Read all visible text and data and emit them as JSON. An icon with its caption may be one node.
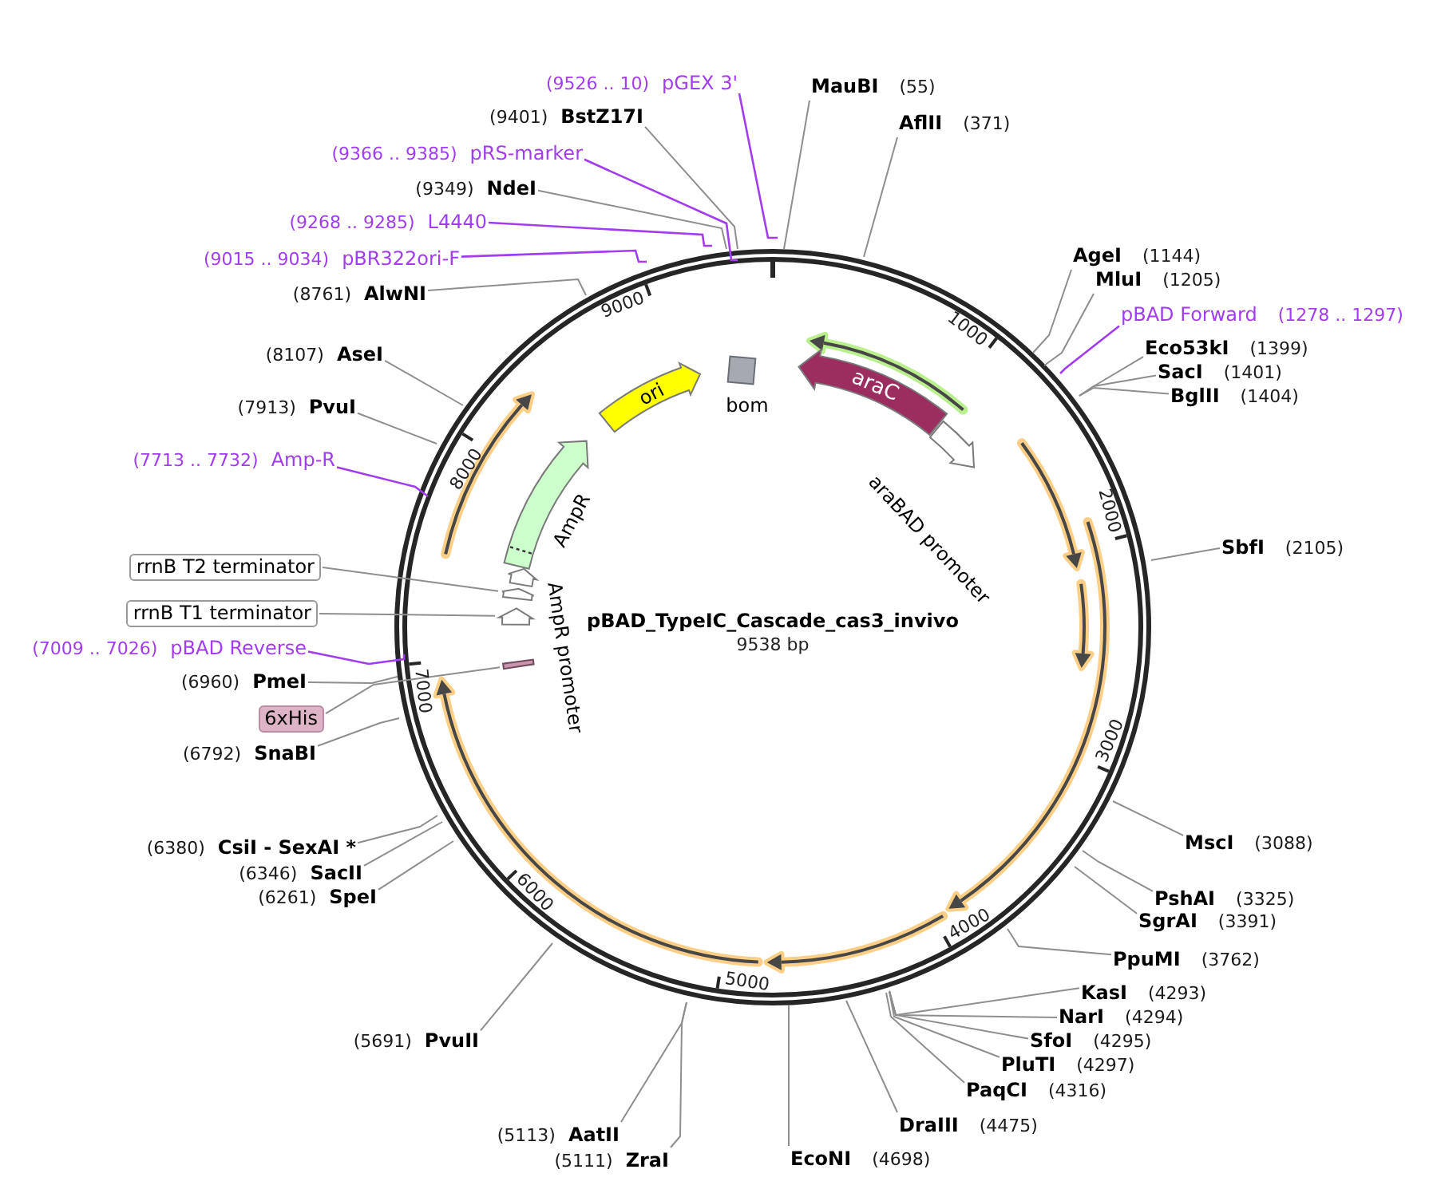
{
  "diagram": {
    "title": "pBAD_TypeIC_Cascade_cas3_invivo",
    "nodes": [
      {
        "text": [
          "(9526 .. 10)",
          "pGEX 3'"
        ]
      },
      {
        "text": [
          "MauBI",
          "(55)"
        ]
      },
      {
        "text": [
          "(9401)",
          "BstZ17I"
        ]
      },
      {
        "text": [
          "AflII",
          "(371)"
        ]
      },
      {
        "text": [
          "(9366 .. 9385)",
          "pRS-marker"
        ]
      },
      {
        "text": [
          "(9349)",
          "NdeI"
        ]
      },
      {
        "text": [
          "(9268 .. 9285)",
          "L4440"
        ]
      },
      {
        "text": [
          "(9015 .. 9034)",
          "pBR322ori-F"
        ]
      },
      {
        "text": [
          "AgeI",
          "(1144)"
        ]
      },
      {
        "text": [
          "MluI",
          "(1205)"
        ]
      },
      {
        "text": [
          "(8761)",
          "AlwNI"
        ]
      },
      {
        "text": [
          "pBAD Forward",
          "(1278 .. 1297)"
        ]
      },
      {
        "text": [
          "Eco53kI",
          "(1399)"
        ]
      },
      {
        "text": [
          "(8107)",
          "AseI"
        ]
      },
      {
        "text": [
          "SacI",
          "(1401)"
        ]
      },
      {
        "text": [
          "BglII",
          "(1404)"
        ]
      },
      {
        "text": [
          "(7913)",
          "PvuI"
        ]
      },
      {
        "text": [
          "(7713 .. 7732)",
          "Amp-R"
        ]
      },
      {
        "text": [
          "SbfI",
          "(2105)"
        ]
      },
      {
        "text": [
          "rrnB T2 terminator"
        ]
      },
      {
        "text": [
          "rrnB T1 terminator"
        ]
      },
      {
        "text": [
          "(7009 .. 7026)",
          "pBAD Reverse"
        ]
      },
      {
        "text": [
          "(6960)",
          "PmeI"
        ]
      },
      {
        "text": [
          "6xHis"
        ]
      },
      {
        "text": [
          "(6792)",
          "SnaBI"
        ]
      },
      {
        "text": [
          "MscI",
          "(3088)"
        ]
      },
      {
        "text": [
          "(6380)",
          "CsiI - SexAI *"
        ]
      },
      {
        "text": [
          "(6346)",
          "SacII"
        ]
      },
      {
        "text": [
          "(6261)",
          "SpeI"
        ]
      },
      {
        "text": [
          "PshAI",
          "(3325)"
        ]
      },
      {
        "text": [
          "SgrAI",
          "(3391)"
        ]
      },
      {
        "text": [
          "PpuMI",
          "(3762)"
        ]
      },
      {
        "text": [
          "KasI",
          "(4293)"
        ]
      },
      {
        "text": [
          "NarI",
          "(4294)"
        ]
      },
      {
        "text": [
          "SfoI",
          "(4295)"
        ]
      },
      {
        "text": [
          "PluTI",
          "(4297)"
        ]
      },
      {
        "text": [
          "(5691)",
          "PvuII"
        ]
      },
      {
        "text": [
          "PaqCI",
          "(4316)"
        ]
      },
      {
        "text": [
          "DraIII",
          "(4475)"
        ]
      },
      {
        "text": [
          "(5113)",
          "AatII"
        ]
      },
      {
        "text": [
          "EcoNI",
          "(4698)"
        ]
      },
      {
        "text": [
          "(5111)",
          "ZraI"
        ]
      },
      {
        "text": [
          "ori"
        ]
      },
      {
        "text": [
          "bom"
        ]
      },
      {
        "text": [
          "araC"
        ]
      },
      {
        "text": [
          "araBAD promoter"
        ]
      },
      {
        "text": [
          "AmpR"
        ]
      },
      {
        "text": [],
        "shape": "arrow"
      },
      {
        "text": [],
        "shape": "arrow"
      },
      {
        "text": [],
        "shape": "bar"
      }
    ],
    "edges": [
      {
        "from": 0,
        "to": null,
        "arrow": "none",
        "color": "#a23cf0"
      },
      {
        "from": 1,
        "to": null,
        "arrow": "none"
      },
      {
        "from": 2,
        "to": null,
        "arrow": "none"
      },
      {
        "from": 3,
        "to": null,
        "arrow": "none"
      },
      {
        "from": 4,
        "to": null,
        "arrow": "none",
        "color": "#a23cf0"
      },
      {
        "from": 5,
        "to": null,
        "arrow": "none"
      },
      {
        "from": 6,
        "to": null,
        "arrow": "none",
        "color": "#a23cf0"
      },
      {
        "from": 7,
        "to": null,
        "arrow": "none",
        "color": "#a23cf0"
      },
      {
        "from": 8,
        "to": null,
        "arrow": "none"
      },
      {
        "from": 9,
        "to": null,
        "arrow": "none"
      },
      {
        "from": 10,
        "to": null,
        "arrow": "none"
      },
      {
        "from": 11,
        "to": null,
        "arrow": "none",
        "color": "#a23cf0"
      },
      {
        "from": 12,
        "to": null,
        "arrow": "none"
      },
      {
        "from": 13,
        "to": null,
        "arrow": "none"
      },
      {
        "from": 14,
        "to": null,
        "arrow": "none"
      },
      {
        "from": 15,
        "to": null,
        "arrow": "none"
      },
      {
        "from": 16,
        "to": null,
        "arrow": "none"
      },
      {
        "from": 17,
        "to": null,
        "arrow": "none",
        "color": "#a23cf0"
      },
      {
        "from": 18,
        "to": null,
        "arrow": "none"
      },
      {
        "from": 19,
        "to": 47,
        "arrow": "none"
      },
      {
        "from": 20,
        "to": 48,
        "arrow": "none"
      },
      {
        "from": 21,
        "to": null,
        "arrow": "none",
        "color": "#a23cf0"
      },
      {
        "from": 22,
        "to": null,
        "arrow": "none"
      },
      {
        "from": 23,
        "to": 49,
        "arrow": "none"
      },
      {
        "from": 24,
        "to": null,
        "arrow": "none"
      },
      {
        "from": 25,
        "to": null,
        "arrow": "none"
      },
      {
        "from": 26,
        "to": null,
        "arrow": "none"
      },
      {
        "from": 27,
        "to": null,
        "arrow": "none"
      },
      {
        "from": 28,
        "to": null,
        "arrow": "none"
      },
      {
        "from": 29,
        "to": null,
        "arrow": "none"
      },
      {
        "from": 30,
        "to": null,
        "arrow": "none"
      },
      {
        "from": 31,
        "to": null,
        "arrow": "none"
      },
      {
        "from": 32,
        "to": null,
        "arrow": "none"
      },
      {
        "from": 33,
        "to": null,
        "arrow": "none"
      },
      {
        "from": 34,
        "to": null,
        "arrow": "none"
      },
      {
        "from": 35,
        "to": null,
        "arrow": "none"
      },
      {
        "from": 36,
        "to": null,
        "arrow": "none"
      },
      {
        "from": 37,
        "to": null,
        "arrow": "none"
      },
      {
        "from": 38,
        "to": null,
        "arrow": "none"
      },
      {
        "from": 39,
        "to": null,
        "arrow": "none"
      },
      {
        "from": 40,
        "to": null,
        "arrow": "none"
      },
      {
        "from": 41,
        "to": null,
        "arrow": "none"
      }
    ],
    "labels": [
      "1000",
      "2000",
      "3000",
      "4000",
      "5000",
      "6000",
      "7000",
      "8000",
      "9000",
      "AmpR promoter",
      "9538 bp"
    ]
  }
}
